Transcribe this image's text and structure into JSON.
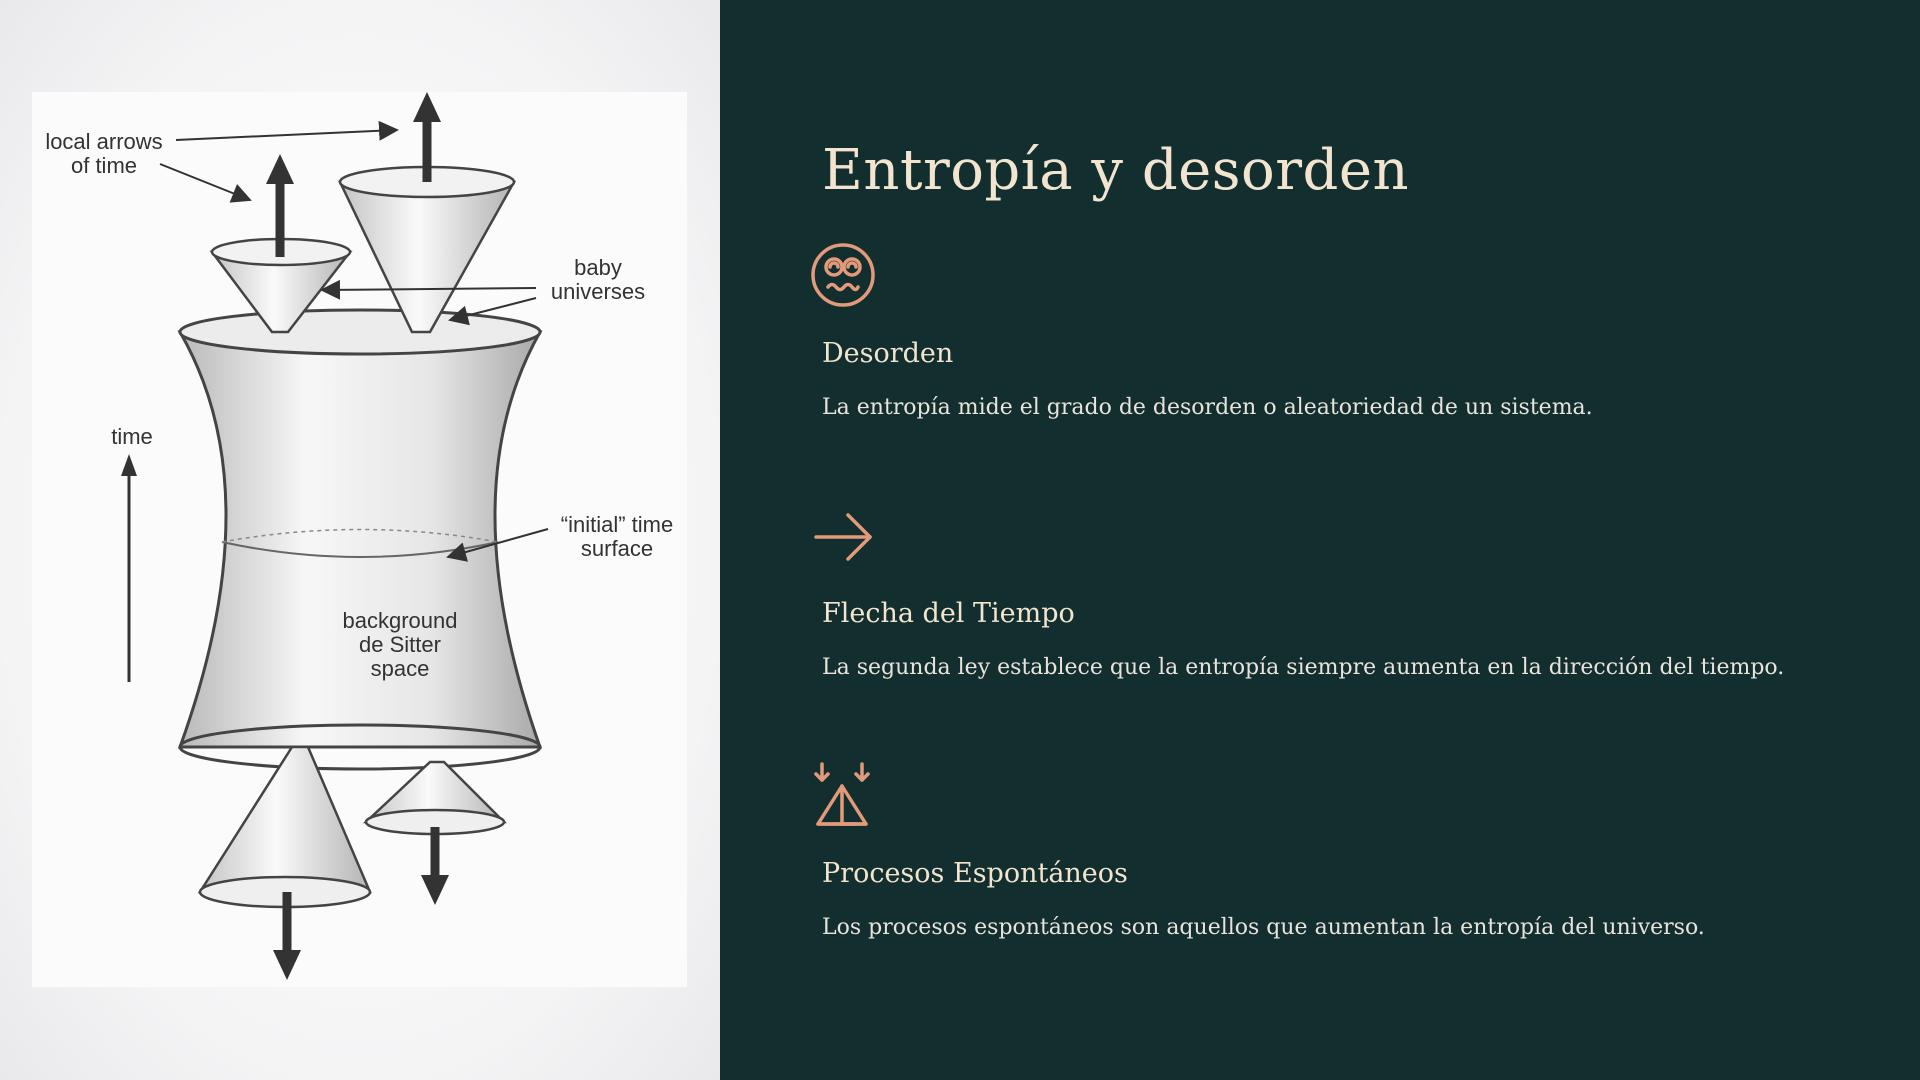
{
  "slide": {
    "title": "Entropía y desorden",
    "accent_color": "#e39a7a",
    "background_color": "#132e2f"
  },
  "figure": {
    "labels": {
      "local_arrows_line1": "local arrows",
      "local_arrows_line2": "of time",
      "baby_line1": "baby",
      "baby_line2": "universes",
      "time": "time",
      "initial_line1": "“initial” time",
      "initial_line2": "surface",
      "background_line1": "background",
      "background_line2": "de Sitter",
      "background_line3": "space"
    }
  },
  "features": [
    {
      "icon": "dizzy-face-icon",
      "heading": "Desorden",
      "description": "La entropía mide el grado de desorden o aleatoriedad de un sistema."
    },
    {
      "icon": "arrow-right-icon",
      "heading": "Flecha del Tiempo",
      "description": "La segunda ley establece que la entropía siempre aumenta en la dirección del tiempo."
    },
    {
      "icon": "collapsing-tent-icon",
      "heading": "Procesos Espontáneos",
      "description": "Los procesos espontáneos son aquellos que aumentan la entropía del universo."
    }
  ]
}
